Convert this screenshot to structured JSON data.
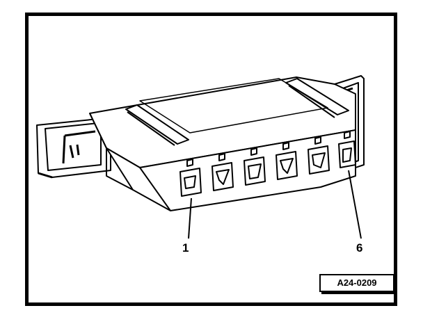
{
  "callouts": {
    "first": "1",
    "last": "6"
  },
  "figure_ref": "A24-0209",
  "colors": {
    "ink": "#000000",
    "paper": "#ffffff"
  },
  "icons": [
    "connector-housing-drawing"
  ]
}
